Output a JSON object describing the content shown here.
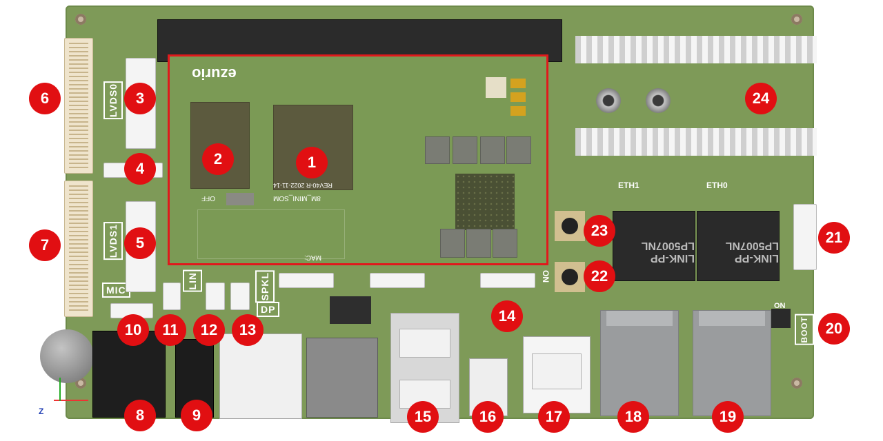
{
  "markers": [
    {
      "id": "1",
      "label": "1"
    },
    {
      "id": "2",
      "label": "2"
    },
    {
      "id": "3",
      "label": "3"
    },
    {
      "id": "4",
      "label": "4"
    },
    {
      "id": "5",
      "label": "5"
    },
    {
      "id": "6",
      "label": "6"
    },
    {
      "id": "7",
      "label": "7"
    },
    {
      "id": "8",
      "label": "8"
    },
    {
      "id": "9",
      "label": "9"
    },
    {
      "id": "10",
      "label": "10"
    },
    {
      "id": "11",
      "label": "11"
    },
    {
      "id": "12",
      "label": "12"
    },
    {
      "id": "13",
      "label": "13"
    },
    {
      "id": "14",
      "label": "14"
    },
    {
      "id": "15",
      "label": "15"
    },
    {
      "id": "16",
      "label": "16"
    },
    {
      "id": "17",
      "label": "17"
    },
    {
      "id": "18",
      "label": "18"
    },
    {
      "id": "19",
      "label": "19"
    },
    {
      "id": "20",
      "label": "20"
    },
    {
      "id": "21",
      "label": "21"
    },
    {
      "id": "22",
      "label": "22"
    },
    {
      "id": "23",
      "label": "23"
    },
    {
      "id": "24",
      "label": "24"
    }
  ],
  "silkscreen": {
    "lvds0": "LVDS0",
    "lvds1": "LVDS1",
    "mic": "MIC",
    "lin": "LIN",
    "spkl": "SPKL",
    "dp": "DP",
    "eth1": "ETH1",
    "eth0": "ETH0",
    "boot": "BOOT",
    "on": "ON",
    "off": "OFF",
    "som_logo": "ezurio",
    "som_name": "8M_MINI_SOM",
    "som_rev": "REV40-R 2022-11-14",
    "som_mac": "MAC:",
    "magnetics_0": "LINK-PP LP5007NL",
    "magnetics_1": "LINK-PP LP5007NL",
    "axis_z": "Z"
  }
}
